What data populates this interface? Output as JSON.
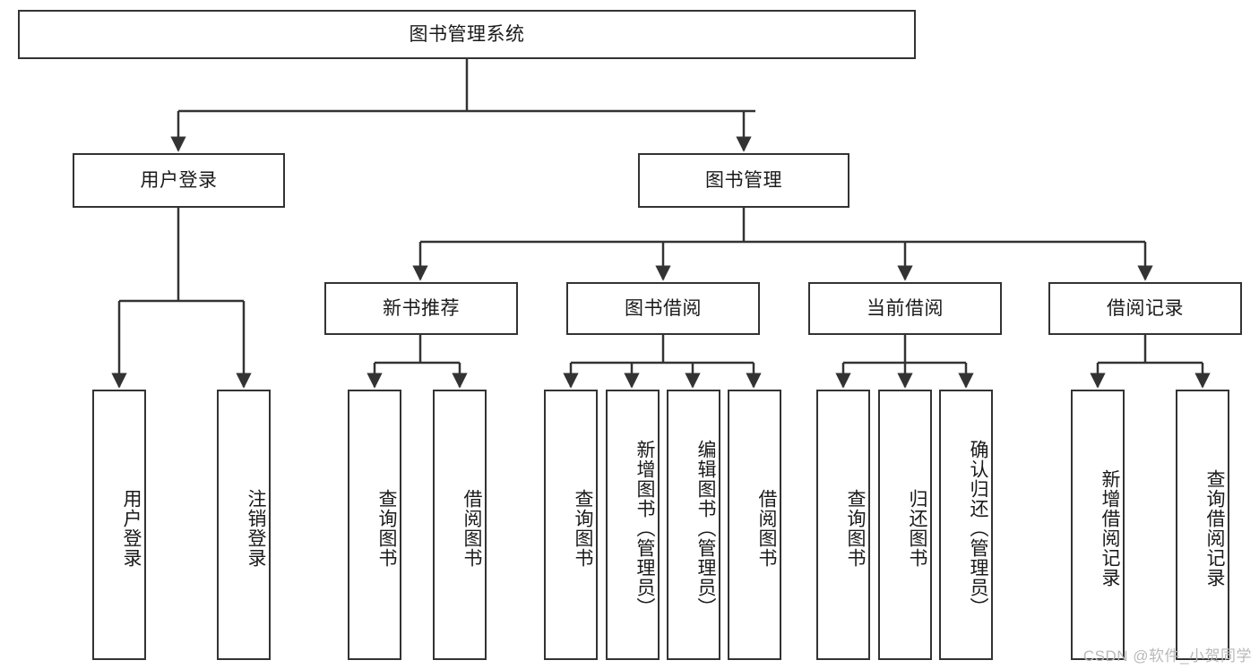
{
  "diagram": {
    "title": "图书管理系统",
    "type": "tree",
    "orientation": "top-down",
    "colors": {
      "background": "#ffffff",
      "node_border": "#333333",
      "node_fill": "#ffffff",
      "edge": "#333333",
      "text": "#1a1a1a",
      "watermark": "#b9b9b9"
    },
    "watermark": "CSDN @软件_小贺同学"
  },
  "nodes": {
    "root": {
      "label": "图书管理系统"
    },
    "level1": [
      {
        "label": "用户登录"
      },
      {
        "label": "图书管理"
      }
    ],
    "level2": [
      {
        "label": "新书推荐"
      },
      {
        "label": "图书借阅"
      },
      {
        "label": "当前借阅"
      },
      {
        "label": "借阅记录"
      }
    ],
    "leaves": {
      "user_login": [
        {
          "label": "用户登录"
        },
        {
          "label": "注销登录"
        }
      ],
      "new_book_recommend": [
        {
          "label": "查询图书"
        },
        {
          "label": "借阅图书"
        }
      ],
      "book_borrow": [
        {
          "label": "查询图书"
        },
        {
          "label": "新增图书（管理员）"
        },
        {
          "label": "编辑图书（管理员）"
        },
        {
          "label": "借阅图书"
        }
      ],
      "current_borrow": [
        {
          "label": "查询图书"
        },
        {
          "label": "归还图书"
        },
        {
          "label": "确认归还（管理员）"
        }
      ],
      "borrow_record": [
        {
          "label": "新增借阅记录"
        },
        {
          "label": "查询借阅记录"
        }
      ]
    }
  }
}
